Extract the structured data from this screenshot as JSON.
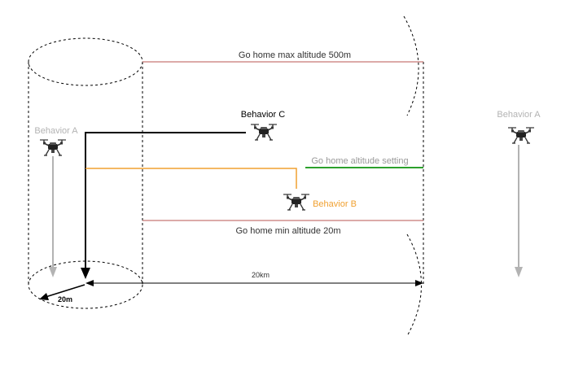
{
  "labels": {
    "max_altitude": "Go home max altitude 500m",
    "min_altitude": "Go home min altitude 20m",
    "altitude_setting": "Go home altitude setting",
    "behavior_a_left": "Behavior A",
    "behavior_a_right": "Behavior A",
    "behavior_b": "Behavior B",
    "behavior_c": "Behavior C",
    "distance": "20km",
    "radius": "20m"
  },
  "colors": {
    "max_line": "#b85450",
    "min_line": "#b85450",
    "setting_line": "#2ca02c",
    "setting_text": "#999999",
    "path_b": "#f0a030",
    "behavior_b_text": "#f0a030",
    "path_c": "#000000",
    "behavior_a_text": "#b3b3b3",
    "behavior_a_arrow": "#b3b3b3",
    "text": "#333333"
  },
  "icons": {
    "drone": "drone-icon"
  }
}
